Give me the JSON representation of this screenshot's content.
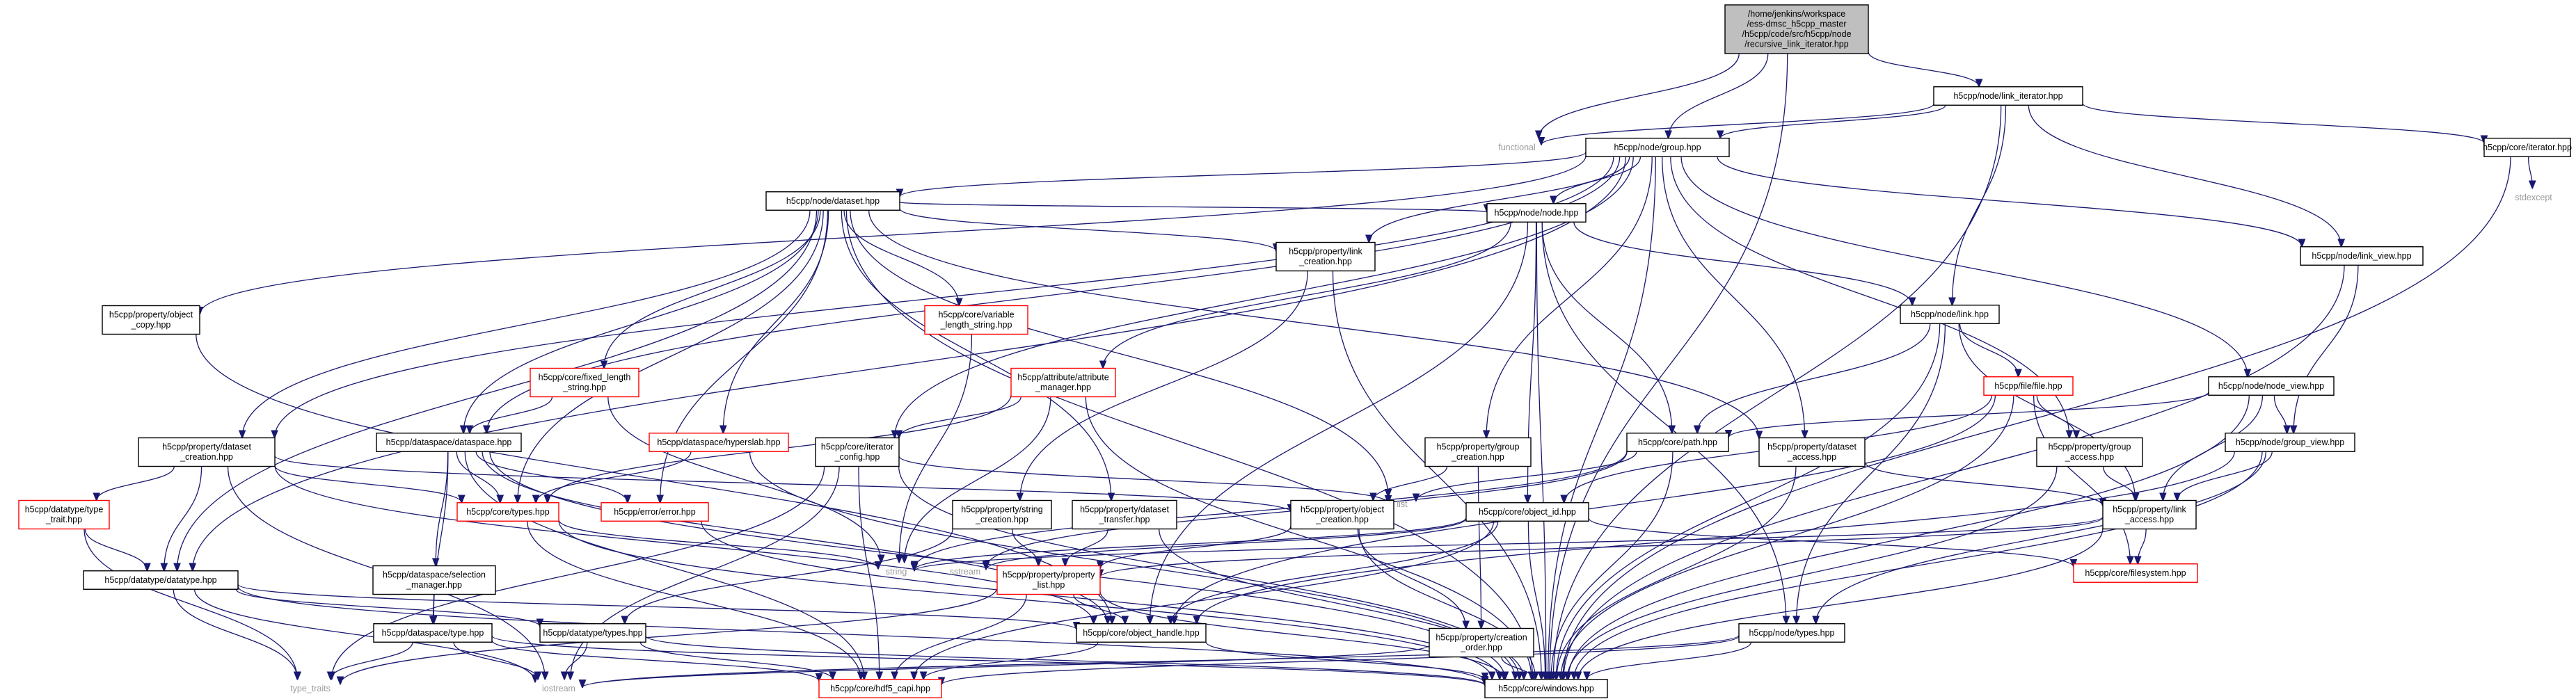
{
  "diagram": {
    "nodes": [
      {
        "id": "root",
        "lines": [
          "/home/jenkins/workspace",
          "/ess-dmsc_h5cpp_master",
          "/h5cpp/code/src/h5cpp/node",
          "/recursive_link_iterator.hpp"
        ],
        "kind": "root"
      },
      {
        "id": "link_iterator",
        "lines": [
          "h5cpp/node/link_iterator.hpp"
        ],
        "kind": "box"
      },
      {
        "id": "functional",
        "lines": [
          "functional"
        ],
        "kind": "plain"
      },
      {
        "id": "group",
        "lines": [
          "h5cpp/node/group.hpp"
        ],
        "kind": "box"
      },
      {
        "id": "core_iterator",
        "lines": [
          "h5cpp/core/iterator.hpp"
        ],
        "kind": "box"
      },
      {
        "id": "stdexcept",
        "lines": [
          "stdexcept"
        ],
        "kind": "plain"
      },
      {
        "id": "dataset",
        "lines": [
          "h5cpp/node/dataset.hpp"
        ],
        "kind": "box"
      },
      {
        "id": "prop_link_creation",
        "lines": [
          "h5cpp/property/link",
          "_creation.hpp"
        ],
        "kind": "box"
      },
      {
        "id": "node_node",
        "lines": [
          "h5cpp/node/node.hpp"
        ],
        "kind": "box"
      },
      {
        "id": "link_view",
        "lines": [
          "h5cpp/node/link_view.hpp"
        ],
        "kind": "box"
      },
      {
        "id": "object_copy",
        "lines": [
          "h5cpp/property/object",
          "_copy.hpp"
        ],
        "kind": "box"
      },
      {
        "id": "var_len_string",
        "lines": [
          "h5cpp/core/variable",
          "_length_string.hpp"
        ],
        "kind": "bad"
      },
      {
        "id": "node_link",
        "lines": [
          "h5cpp/node/link.hpp"
        ],
        "kind": "box"
      },
      {
        "id": "fixed_len_string",
        "lines": [
          "h5cpp/core/fixed_length",
          "_string.hpp"
        ],
        "kind": "bad"
      },
      {
        "id": "attr_manager",
        "lines": [
          "h5cpp/attribute/attribute",
          "_manager.hpp"
        ],
        "kind": "bad"
      },
      {
        "id": "file_file",
        "lines": [
          "h5cpp/file/file.hpp"
        ],
        "kind": "bad"
      },
      {
        "id": "node_view",
        "lines": [
          "h5cpp/node/node_view.hpp"
        ],
        "kind": "box"
      },
      {
        "id": "dataset_creation",
        "lines": [
          "h5cpp/property/dataset",
          "_creation.hpp"
        ],
        "kind": "box"
      },
      {
        "id": "dataspace",
        "lines": [
          "h5cpp/dataspace/dataspace.hpp"
        ],
        "kind": "box"
      },
      {
        "id": "hyperslab",
        "lines": [
          "h5cpp/dataspace/hyperslab.hpp"
        ],
        "kind": "bad"
      },
      {
        "id": "iterator_config",
        "lines": [
          "h5cpp/core/iterator",
          "_config.hpp"
        ],
        "kind": "box"
      },
      {
        "id": "group_creation",
        "lines": [
          "h5cpp/property/group",
          "_creation.hpp"
        ],
        "kind": "box"
      },
      {
        "id": "core_path",
        "lines": [
          "h5cpp/core/path.hpp"
        ],
        "kind": "box"
      },
      {
        "id": "dataset_access",
        "lines": [
          "h5cpp/property/dataset",
          "_access.hpp"
        ],
        "kind": "box"
      },
      {
        "id": "group_access",
        "lines": [
          "h5cpp/property/group",
          "_access.hpp"
        ],
        "kind": "box"
      },
      {
        "id": "group_view",
        "lines": [
          "h5cpp/node/group_view.hpp"
        ],
        "kind": "box"
      },
      {
        "id": "datatype_trait",
        "lines": [
          "h5cpp/datatype/type",
          "_trait.hpp"
        ],
        "kind": "bad"
      },
      {
        "id": "core_types",
        "lines": [
          "h5cpp/core/types.hpp"
        ],
        "kind": "bad"
      },
      {
        "id": "error_error",
        "lines": [
          "h5cpp/error/error.hpp"
        ],
        "kind": "bad"
      },
      {
        "id": "string_creation",
        "lines": [
          "h5cpp/property/string",
          "_creation.hpp"
        ],
        "kind": "box"
      },
      {
        "id": "dataset_transfer",
        "lines": [
          "h5cpp/property/dataset",
          "_transfer.hpp"
        ],
        "kind": "box"
      },
      {
        "id": "object_creation",
        "lines": [
          "h5cpp/property/object",
          "_creation.hpp"
        ],
        "kind": "box"
      },
      {
        "id": "list",
        "lines": [
          "list"
        ],
        "kind": "plain"
      },
      {
        "id": "object_id",
        "lines": [
          "h5cpp/core/object_id.hpp"
        ],
        "kind": "box"
      },
      {
        "id": "link_access",
        "lines": [
          "h5cpp/property/link",
          "_access.hpp"
        ],
        "kind": "box"
      },
      {
        "id": "string",
        "lines": [
          "string"
        ],
        "kind": "plain"
      },
      {
        "id": "sstream",
        "lines": [
          "sstream"
        ],
        "kind": "plain"
      },
      {
        "id": "selection_manager",
        "lines": [
          "h5cpp/dataspace/selection",
          "_manager.hpp"
        ],
        "kind": "box"
      },
      {
        "id": "property_list",
        "lines": [
          "h5cpp/property/property",
          "_list.hpp"
        ],
        "kind": "bad"
      },
      {
        "id": "filesystem",
        "lines": [
          "h5cpp/core/filesystem.hpp"
        ],
        "kind": "bad"
      },
      {
        "id": "datatype",
        "lines": [
          "h5cpp/datatype/datatype.hpp"
        ],
        "kind": "box"
      },
      {
        "id": "dataspace_type",
        "lines": [
          "h5cpp/dataspace/type.hpp"
        ],
        "kind": "box"
      },
      {
        "id": "datatype_types",
        "lines": [
          "h5cpp/datatype/types.hpp"
        ],
        "kind": "box"
      },
      {
        "id": "object_handle",
        "lines": [
          "h5cpp/core/object_handle.hpp"
        ],
        "kind": "box"
      },
      {
        "id": "creation_order",
        "lines": [
          "h5cpp/property/creation",
          "_order.hpp"
        ],
        "kind": "box"
      },
      {
        "id": "node_types",
        "lines": [
          "h5cpp/node/types.hpp"
        ],
        "kind": "box"
      },
      {
        "id": "type_traits",
        "lines": [
          "type_traits"
        ],
        "kind": "plain"
      },
      {
        "id": "iostream",
        "lines": [
          "iostream"
        ],
        "kind": "plain"
      },
      {
        "id": "hdf5_capi",
        "lines": [
          "h5cpp/core/hdf5_capi.hpp"
        ],
        "kind": "bad"
      },
      {
        "id": "windows",
        "lines": [
          "h5cpp/core/windows.hpp"
        ],
        "kind": "box"
      }
    ],
    "edges": [
      [
        "root",
        "link_iterator"
      ],
      [
        "root",
        "functional"
      ],
      [
        "root",
        "group"
      ],
      [
        "root",
        "windows"
      ],
      [
        "link_iterator",
        "functional"
      ],
      [
        "link_iterator",
        "group"
      ],
      [
        "link_iterator",
        "core_iterator"
      ],
      [
        "link_iterator",
        "node_link"
      ],
      [
        "link_iterator",
        "link_view"
      ],
      [
        "link_iterator",
        "windows"
      ],
      [
        "core_iterator",
        "stdexcept"
      ],
      [
        "core_iterator",
        "windows"
      ],
      [
        "group",
        "dataset"
      ],
      [
        "group",
        "prop_link_creation"
      ],
      [
        "group",
        "node_node"
      ],
      [
        "group",
        "link_view"
      ],
      [
        "group",
        "object_copy"
      ],
      [
        "group",
        "dataset_creation"
      ],
      [
        "group",
        "dataspace"
      ],
      [
        "group",
        "iterator_config"
      ],
      [
        "group",
        "group_creation"
      ],
      [
        "group",
        "dataset_access"
      ],
      [
        "group",
        "group_access"
      ],
      [
        "group",
        "node_view"
      ],
      [
        "group",
        "datatype"
      ],
      [
        "group",
        "windows"
      ],
      [
        "dataset",
        "prop_link_creation"
      ],
      [
        "dataset",
        "node_node"
      ],
      [
        "dataset",
        "var_len_string"
      ],
      [
        "dataset",
        "fixed_len_string"
      ],
      [
        "dataset",
        "hyperslab"
      ],
      [
        "dataset",
        "dataset_creation"
      ],
      [
        "dataset",
        "dataspace"
      ],
      [
        "dataset",
        "core_types"
      ],
      [
        "dataset",
        "error_error"
      ],
      [
        "dataset",
        "dataset_transfer"
      ],
      [
        "dataset",
        "dataset_access"
      ],
      [
        "dataset",
        "list"
      ],
      [
        "dataset",
        "datatype"
      ],
      [
        "dataset",
        "windows"
      ],
      [
        "prop_link_creation",
        "string_creation"
      ],
      [
        "prop_link_creation",
        "windows"
      ],
      [
        "node_node",
        "node_link"
      ],
      [
        "node_node",
        "attr_manager"
      ],
      [
        "node_node",
        "core_path"
      ],
      [
        "node_node",
        "object_id"
      ],
      [
        "node_node",
        "object_handle"
      ],
      [
        "node_node",
        "node_types"
      ],
      [
        "node_node",
        "windows"
      ],
      [
        "link_view",
        "group_view"
      ],
      [
        "link_view",
        "windows"
      ],
      [
        "object_copy",
        "object_handle"
      ],
      [
        "var_len_string",
        "string"
      ],
      [
        "fixed_len_string",
        "dataspace"
      ],
      [
        "fixed_len_string",
        "string"
      ],
      [
        "attr_manager",
        "iterator_config"
      ],
      [
        "attr_manager",
        "core_types"
      ],
      [
        "attr_manager",
        "string"
      ],
      [
        "attr_manager",
        "windows"
      ],
      [
        "node_link",
        "file_file"
      ],
      [
        "node_link",
        "core_path"
      ],
      [
        "node_link",
        "link_access"
      ],
      [
        "node_link",
        "node_types"
      ],
      [
        "node_link",
        "windows"
      ],
      [
        "file_file",
        "object_id"
      ],
      [
        "file_file",
        "group_access"
      ],
      [
        "file_file",
        "filesystem"
      ],
      [
        "file_file",
        "object_handle"
      ],
      [
        "file_file",
        "windows"
      ],
      [
        "node_view",
        "core_path"
      ],
      [
        "node_view",
        "group_view"
      ],
      [
        "node_view",
        "link_access"
      ],
      [
        "node_view",
        "windows"
      ],
      [
        "group_view",
        "link_access"
      ],
      [
        "group_view",
        "node_types"
      ],
      [
        "group_view",
        "object_handle"
      ],
      [
        "group_view",
        "windows"
      ],
      [
        "dataset_creation",
        "datatype_trait"
      ],
      [
        "dataset_creation",
        "datatype"
      ],
      [
        "dataset_creation",
        "core_types"
      ],
      [
        "dataset_creation",
        "object_creation"
      ],
      [
        "dataset_creation",
        "object_handle"
      ],
      [
        "dataset_creation",
        "iostream"
      ],
      [
        "dataspace",
        "core_types"
      ],
      [
        "dataspace",
        "error_error"
      ],
      [
        "dataspace",
        "selection_manager"
      ],
      [
        "dataspace",
        "dataspace_type"
      ],
      [
        "dataspace",
        "object_handle"
      ],
      [
        "dataspace",
        "hdf5_capi"
      ],
      [
        "dataspace",
        "windows"
      ],
      [
        "hyperslab",
        "core_types"
      ],
      [
        "hyperslab",
        "windows"
      ],
      [
        "iterator_config",
        "list"
      ],
      [
        "iterator_config",
        "type_traits"
      ],
      [
        "iterator_config",
        "iostream"
      ],
      [
        "iterator_config",
        "hdf5_capi"
      ],
      [
        "iterator_config",
        "windows"
      ],
      [
        "group_creation",
        "object_creation"
      ],
      [
        "group_creation",
        "creation_order"
      ],
      [
        "core_path",
        "list"
      ],
      [
        "core_path",
        "string"
      ],
      [
        "core_path",
        "sstream"
      ],
      [
        "core_path",
        "windows"
      ],
      [
        "dataset_access",
        "link_access"
      ],
      [
        "dataset_access",
        "windows"
      ],
      [
        "group_access",
        "link_access"
      ],
      [
        "group_access",
        "windows"
      ],
      [
        "datatype_trait",
        "datatype"
      ],
      [
        "datatype_trait",
        "type_traits"
      ],
      [
        "core_types",
        "string"
      ],
      [
        "core_types",
        "hdf5_capi"
      ],
      [
        "core_types",
        "windows"
      ],
      [
        "error_error",
        "windows"
      ],
      [
        "string_creation",
        "property_list"
      ],
      [
        "string_creation",
        "datatype_types"
      ],
      [
        "dataset_transfer",
        "property_list"
      ],
      [
        "dataset_transfer",
        "windows"
      ],
      [
        "object_creation",
        "property_list"
      ],
      [
        "object_creation",
        "creation_order"
      ],
      [
        "object_creation",
        "windows"
      ],
      [
        "object_id",
        "filesystem"
      ],
      [
        "object_id",
        "object_handle"
      ],
      [
        "object_id",
        "string"
      ],
      [
        "object_id",
        "sstream"
      ],
      [
        "object_id",
        "windows"
      ],
      [
        "object_id",
        "hdf5_capi"
      ],
      [
        "link_access",
        "property_list"
      ],
      [
        "link_access",
        "filesystem"
      ],
      [
        "link_access",
        "string"
      ],
      [
        "link_access",
        "windows"
      ],
      [
        "selection_manager",
        "dataspace_type"
      ],
      [
        "property_list",
        "object_handle"
      ],
      [
        "property_list",
        "type_traits"
      ],
      [
        "property_list",
        "hdf5_capi"
      ],
      [
        "property_list",
        "windows"
      ],
      [
        "datatype",
        "datatype_types"
      ],
      [
        "datatype",
        "object_handle"
      ],
      [
        "datatype",
        "type_traits"
      ],
      [
        "datatype",
        "iostream"
      ],
      [
        "datatype",
        "windows"
      ],
      [
        "dataspace_type",
        "type_traits"
      ],
      [
        "dataspace_type",
        "iostream"
      ],
      [
        "dataspace_type",
        "hdf5_capi"
      ],
      [
        "dataspace_type",
        "windows"
      ],
      [
        "datatype_types",
        "iostream"
      ],
      [
        "datatype_types",
        "hdf5_capi"
      ],
      [
        "datatype_types",
        "windows"
      ],
      [
        "object_handle",
        "hdf5_capi"
      ],
      [
        "object_handle",
        "windows"
      ],
      [
        "creation_order",
        "iostream"
      ],
      [
        "creation_order",
        "windows"
      ],
      [
        "node_types",
        "iostream"
      ],
      [
        "node_types",
        "hdf5_capi"
      ],
      [
        "node_types",
        "windows"
      ]
    ]
  }
}
